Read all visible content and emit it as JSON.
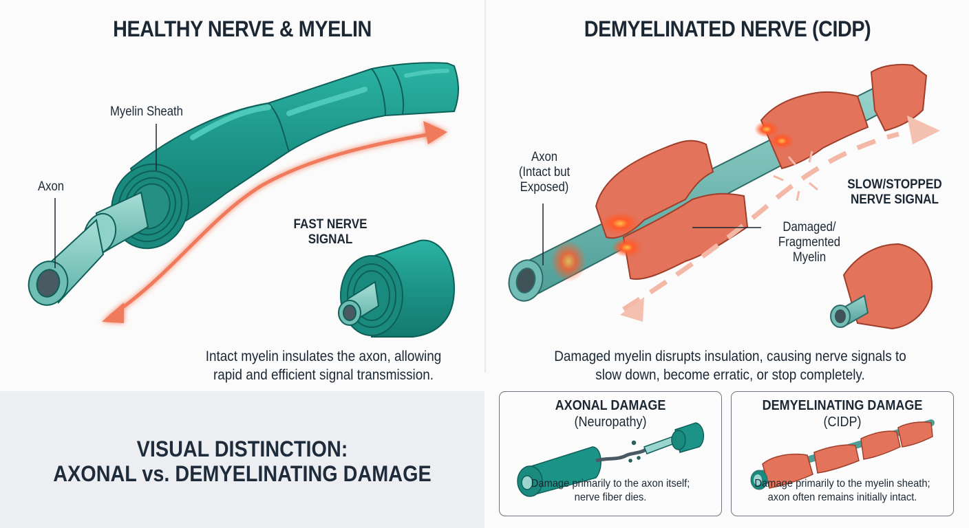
{
  "left": {
    "title": "HEALTHY NERVE & MYELIN",
    "labels": {
      "myelin_sheath": "Myelin Sheath",
      "axon": "Axon",
      "signal_line1": "FAST NERVE",
      "signal_line2": "SIGNAL"
    },
    "caption_line1": "Intact myelin insulates the axon, allowing",
    "caption_line2": "rapid and efficient signal transmission."
  },
  "right": {
    "title": "DEMYELINATED NERVE (CIDP)",
    "labels": {
      "axon_line1": "Axon",
      "axon_line2": "(Intact but",
      "axon_line3": "Exposed)",
      "damaged_line1": "Damaged/",
      "damaged_line2": "Fragmented",
      "damaged_line3": "Myelin",
      "signal_line1": "SLOW/STOPPED",
      "signal_line2": "NERVE SIGNAL"
    },
    "caption_line1": "Damaged myelin disrupts insulation, causing nerve signals to",
    "caption_line2": "slow down, become erratic, or stop completely."
  },
  "comparison": {
    "title_line1": "VISUAL DISTINCTION:",
    "title_line2": "AXONAL vs. DEMYELINATING DAMAGE",
    "cards": [
      {
        "title": "AXONAL DAMAGE",
        "subtitle": "(Neuropathy)",
        "desc_line1": "Damage primarily to the axon itself;",
        "desc_line2": "nerve fiber dies."
      },
      {
        "title": "DEMYELINATING DAMAGE",
        "subtitle": "(CIDP)",
        "desc_line1": "Damage primarily to the myelin sheath;",
        "desc_line2": "axon often remains initially intact."
      }
    ]
  },
  "colors": {
    "myelin_teal": "#1f9689",
    "myelin_teal_dark": "#0f6e66",
    "axon_light": "#7cc9c0",
    "damaged_myelin": "#e3735a",
    "signal_arrow": "#f07a5c",
    "text_dark": "#1b2733",
    "panel_grey": "#eceef2"
  }
}
